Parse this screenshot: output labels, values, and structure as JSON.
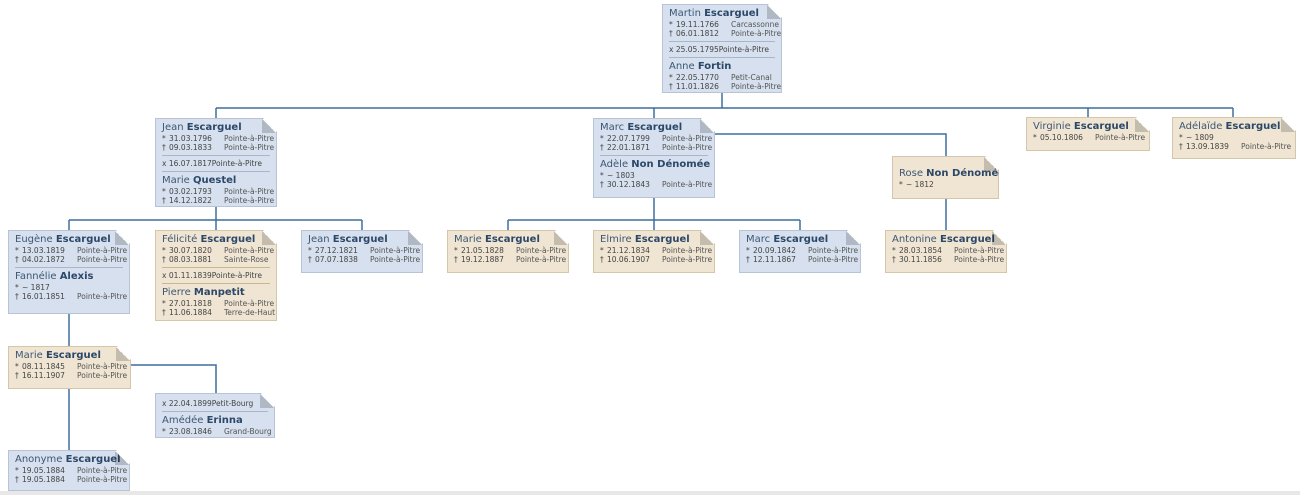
{
  "cards": {
    "c1": {
      "p1": {
        "first": "Martin",
        "last": "Escarguel",
        "events": [
          {
            "sym": "*",
            "date": "19.11.1766",
            "place": "Carcassonne"
          },
          {
            "sym": "†",
            "date": "06.01.1812",
            "place": "Pointe-à-Pitre"
          }
        ]
      },
      "marriage": {
        "sym": "x",
        "date": "25.05.1795",
        "place": "Pointe-à-Pitre"
      },
      "p2": {
        "first": "Anne",
        "last": "Fortin",
        "events": [
          {
            "sym": "*",
            "date": "22.05.1770",
            "place": "Petit-Canal"
          },
          {
            "sym": "†",
            "date": "11.01.1826",
            "place": "Pointe-à-Pitre"
          }
        ]
      }
    },
    "c2": {
      "p1": {
        "first": "Jean",
        "last": "Escarguel",
        "events": [
          {
            "sym": "*",
            "date": "31.03.1796",
            "place": "Pointe-à-Pitre"
          },
          {
            "sym": "†",
            "date": "09.03.1833",
            "place": "Pointe-à-Pitre"
          }
        ]
      },
      "marriage": {
        "sym": "x",
        "date": "16.07.1817",
        "place": "Pointe-à-Pitre"
      },
      "p2": {
        "first": "Marie",
        "last": "Questel",
        "events": [
          {
            "sym": "*",
            "date": "03.02.1793",
            "place": "Pointe-à-Pitre"
          },
          {
            "sym": "†",
            "date": "14.12.1822",
            "place": "Pointe-à-Pitre"
          }
        ]
      }
    },
    "c3": {
      "p1": {
        "first": "Marc",
        "last": "Escarguel",
        "events": [
          {
            "sym": "*",
            "date": "22.07.1799",
            "place": "Pointe-à-Pitre"
          },
          {
            "sym": "†",
            "date": "22.01.1871",
            "place": "Pointe-à-Pitre"
          }
        ]
      },
      "p2": {
        "first": "Adèle",
        "last": "Non Dénomée",
        "events": [
          {
            "sym": "*",
            "date": "~ 1803",
            "place": ""
          },
          {
            "sym": "†",
            "date": "30.12.1843",
            "place": "Pointe-à-Pitre"
          }
        ]
      }
    },
    "c4": {
      "p1": {
        "first": "Virginie",
        "last": "Escarguel",
        "events": [
          {
            "sym": "*",
            "date": "05.10.1806",
            "place": "Pointe-à-Pitre"
          }
        ]
      }
    },
    "c5": {
      "p1": {
        "first": "Adélaïde",
        "last": "Escarguel",
        "events": [
          {
            "sym": "*",
            "date": "~ 1809",
            "place": ""
          },
          {
            "sym": "†",
            "date": "13.09.1839",
            "place": "Pointe-à-Pitre"
          }
        ]
      }
    },
    "c6": {
      "p1": {
        "first": "Rose",
        "last": "Non Dénomée",
        "events": [
          {
            "sym": "*",
            "date": "~ 1812",
            "place": ""
          }
        ]
      }
    },
    "c7": {
      "p1": {
        "first": "Eugène",
        "last": "Escarguel",
        "events": [
          {
            "sym": "*",
            "date": "13.03.1819",
            "place": "Pointe-à-Pitre"
          },
          {
            "sym": "†",
            "date": "04.02.1872",
            "place": "Pointe-à-Pitre"
          }
        ]
      },
      "p2": {
        "first": "Fannélie",
        "last": "Alexis",
        "events": [
          {
            "sym": "*",
            "date": "~ 1817",
            "place": ""
          },
          {
            "sym": "†",
            "date": "16.01.1851",
            "place": "Pointe-à-Pitre"
          }
        ]
      }
    },
    "c8": {
      "p1": {
        "first": "Félicité",
        "last": "Escarguel",
        "events": [
          {
            "sym": "*",
            "date": "30.07.1820",
            "place": "Pointe-à-Pitre"
          },
          {
            "sym": "†",
            "date": "08.03.1881",
            "place": "Sainte-Rose"
          }
        ]
      },
      "marriage": {
        "sym": "x",
        "date": "01.11.1839",
        "place": "Pointe-à-Pitre"
      },
      "p2": {
        "first": "Pierre",
        "last": "Manpetit",
        "events": [
          {
            "sym": "*",
            "date": "27.01.1818",
            "place": "Pointe-à-Pitre"
          },
          {
            "sym": "†",
            "date": "11.06.1884",
            "place": "Terre-de-Haut"
          }
        ]
      }
    },
    "c9": {
      "p1": {
        "first": "Jean",
        "last": "Escarguel",
        "events": [
          {
            "sym": "*",
            "date": "27.12.1821",
            "place": "Pointe-à-Pitre"
          },
          {
            "sym": "†",
            "date": "07.07.1838",
            "place": "Pointe-à-Pitre"
          }
        ]
      }
    },
    "c10": {
      "p1": {
        "first": "Marie",
        "last": "Escarguel",
        "events": [
          {
            "sym": "*",
            "date": "21.05.1828",
            "place": "Pointe-à-Pitre"
          },
          {
            "sym": "†",
            "date": "19.12.1887",
            "place": "Pointe-à-Pitre"
          }
        ]
      }
    },
    "c11": {
      "p1": {
        "first": "Elmire",
        "last": "Escarguel",
        "events": [
          {
            "sym": "*",
            "date": "21.12.1834",
            "place": "Pointe-à-Pitre"
          },
          {
            "sym": "†",
            "date": "10.06.1907",
            "place": "Pointe-à-Pitre"
          }
        ]
      }
    },
    "c12": {
      "p1": {
        "first": "Marc",
        "last": "Escarguel",
        "events": [
          {
            "sym": "*",
            "date": "20.09.1842",
            "place": "Pointe-à-Pitre"
          },
          {
            "sym": "†",
            "date": "12.11.1867",
            "place": "Pointe-à-Pitre"
          }
        ]
      }
    },
    "c13": {
      "p1": {
        "first": "Antonine",
        "last": "Escarguel",
        "events": [
          {
            "sym": "*",
            "date": "28.03.1854",
            "place": "Pointe-à-Pitre"
          },
          {
            "sym": "†",
            "date": "30.11.1856",
            "place": "Pointe-à-Pitre"
          }
        ]
      }
    },
    "c14": {
      "p1": {
        "first": "Marie",
        "last": "Escarguel",
        "events": [
          {
            "sym": "*",
            "date": "08.11.1845",
            "place": "Pointe-à-Pitre"
          },
          {
            "sym": "†",
            "date": "16.11.1907",
            "place": "Pointe-à-Pitre"
          }
        ]
      }
    },
    "c15": {
      "marriage": {
        "sym": "x",
        "date": "22.04.1899",
        "place": "Petit-Bourg"
      },
      "p2": {
        "first": "Amédée",
        "last": "Erinna",
        "events": [
          {
            "sym": "*",
            "date": "23.08.1846",
            "place": "Grand-Bourg"
          }
        ]
      }
    },
    "c16": {
      "p1": {
        "first": "Anonyme",
        "last": "Escarguel",
        "events": [
          {
            "sym": "*",
            "date": "19.05.1884",
            "place": "Pointe-à-Pitre"
          },
          {
            "sym": "†",
            "date": "19.05.1884",
            "place": "Pointe-à-Pitre"
          }
        ]
      }
    }
  }
}
